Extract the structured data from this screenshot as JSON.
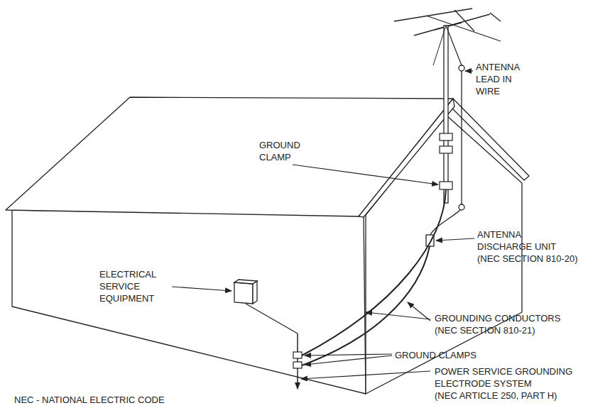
{
  "diagram": {
    "labels": [
      "ANTENNA LEAD IN WIRE",
      "GROUND CLAMP",
      "ANTENNA DISCHARGE UNIT",
      "(NEC SECTION 810-20)",
      "ELECTRICAL SERVICE EQUIPMENT",
      "GROUNDING CONDUCTORS",
      "(NEC SECTION 810-21)",
      "GROUND CLAMPS",
      "POWER SERVICE GROUNDING ELECTRODE SYSTEM",
      "(NEC ARTICLE 250, PART H)",
      "NEC - NATIONAL ELECTRIC CODE"
    ]
  }
}
